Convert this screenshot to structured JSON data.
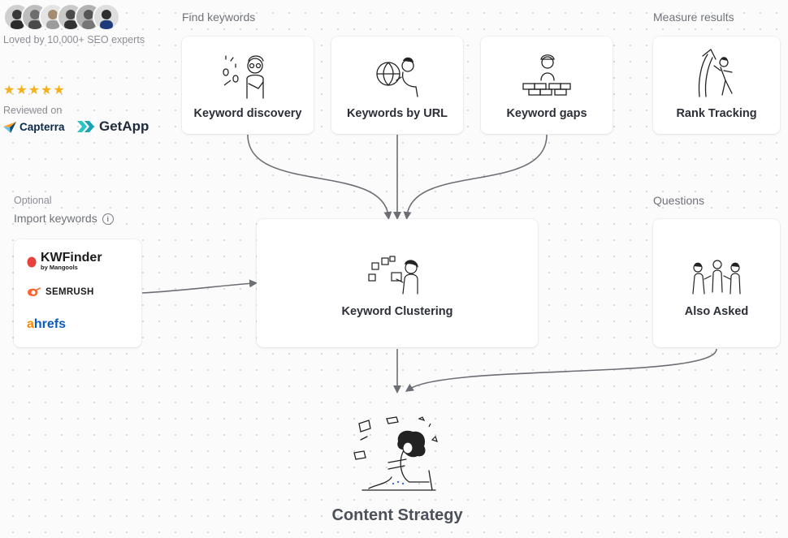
{
  "social_proof": {
    "loved_text": "Loved by 10,000+ SEO experts",
    "stars": 5,
    "reviewed_text": "Reviewed on",
    "capterra_label": "Capterra",
    "getapp_label": "GetApp"
  },
  "sections": {
    "find_keywords": "Find keywords",
    "measure_results": "Measure results",
    "questions": "Questions",
    "optional": "Optional",
    "import_keywords": "Import keywords"
  },
  "cards": {
    "keyword_discovery": "Keyword discovery",
    "keywords_by_url": "Keywords by URL",
    "keyword_gaps": "Keyword gaps",
    "rank_tracking": "Rank Tracking",
    "keyword_clustering": "Keyword Clustering",
    "also_asked": "Also Asked"
  },
  "import_tools": {
    "kwfinder": "KWFinder",
    "kwfinder_sub": "by Mangools",
    "semrush": "SEMRUSH",
    "ahrefs_a": "a",
    "ahrefs_rest": "hrefs"
  },
  "content_strategy": "Content Strategy",
  "colors": {
    "star": "#f5b01b",
    "arrow": "#6b6e74",
    "ahrefs_blue": "#0a5cc1",
    "ahrefs_orange": "#ff8800",
    "semrush_orange": "#ff642d",
    "kwfinder_red": "#e8423f",
    "getapp_teal": "#2bc4c4"
  }
}
